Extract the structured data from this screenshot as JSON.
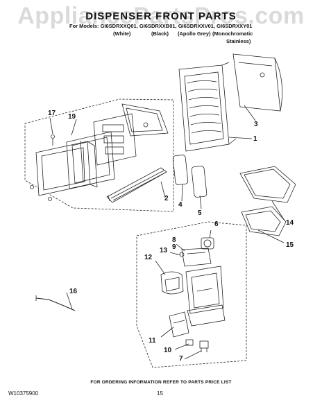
{
  "watermark": "AppliancePartsPros.com",
  "title": "DISPENSER FRONT PARTS",
  "models_line": "For Models: GI6SDRXXQ01, GI6SDRXXB01, GI6SDRXXV01, GI6SDRXXY01",
  "variants": {
    "white": "(White)",
    "black": "(Black)",
    "apollo": "(Apollo Grey)",
    "mono": "(Monochromatic",
    "stainless": "Stainless)"
  },
  "callouts": {
    "c1": "1",
    "c2": "2",
    "c3": "3",
    "c4": "4",
    "c5": "5",
    "c6": "6",
    "c7": "7",
    "c8": "8",
    "c9": "9",
    "c10": "10",
    "c11": "11",
    "c12": "12",
    "c13": "13",
    "c14": "14",
    "c15": "15",
    "c16": "16",
    "c17": "17",
    "c19": "19"
  },
  "footer": {
    "ordering_info": "FOR ORDERING INFORMATION REFER TO PARTS PRICE LIST",
    "doc_number": "W10375900",
    "page_number": "15"
  }
}
